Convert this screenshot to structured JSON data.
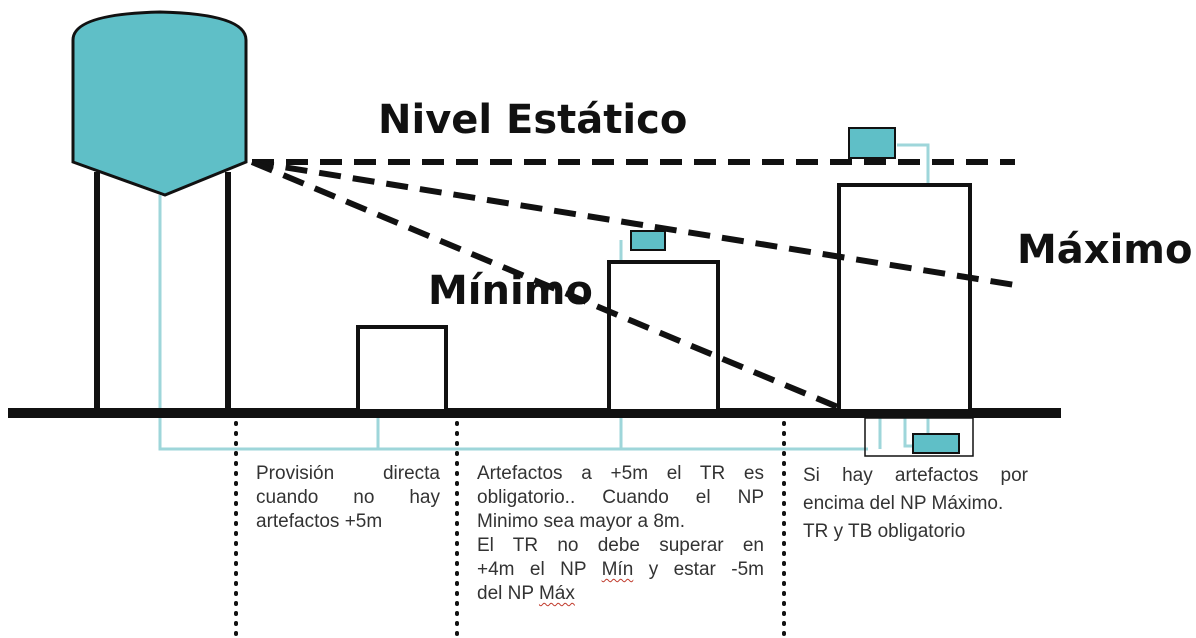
{
  "labels": {
    "nivel_estatico": "Nivel Estático",
    "maximo": "Máximo",
    "minimo": "Mínimo"
  },
  "notes": {
    "col1": {
      "line1": "Provisión directa",
      "line2": "cuando no hay",
      "line3": "artefactos +5m"
    },
    "col2": {
      "line1": "Artefactos a +5m el TR es",
      "line2": "obligatorio.. Cuando el NP",
      "line3": "Minimo sea mayor a 8m.",
      "line4": "El TR no debe superar en",
      "line5_pre": "+4m el NP ",
      "line5_mark": "Mín",
      "line5_post": " y estar -5m",
      "line6_pre": "del NP ",
      "line6_mark": "Máx"
    },
    "col3": {
      "line1": "Si hay artefactos por",
      "line2": "encima del NP Máximo.",
      "line3": "TR y TB obligatorio"
    }
  },
  "colors": {
    "tank_fill": "#5fbfc7",
    "pipe": "#9ed6da",
    "line": "#111111",
    "text": "#333333"
  }
}
